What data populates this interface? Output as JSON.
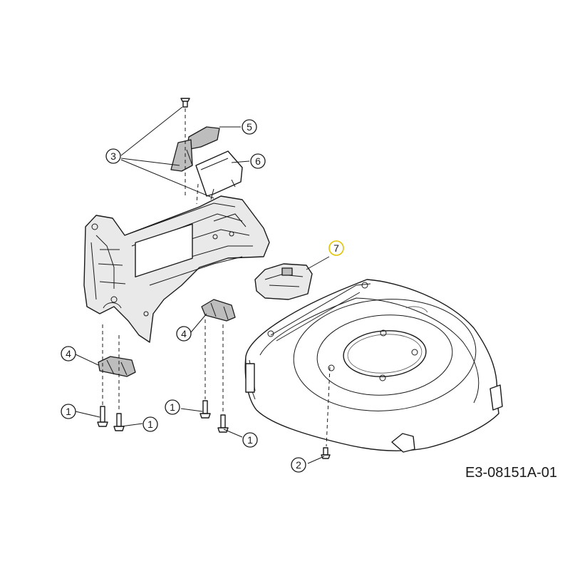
{
  "drawing_code": "E3-08151A-01",
  "callouts": [
    "1",
    "1",
    "1",
    "1",
    "2",
    "3",
    "4",
    "4",
    "5",
    "6",
    "7"
  ],
  "colors": {
    "line": "#1a1a1a",
    "highlight_ring": "#e2c400"
  }
}
